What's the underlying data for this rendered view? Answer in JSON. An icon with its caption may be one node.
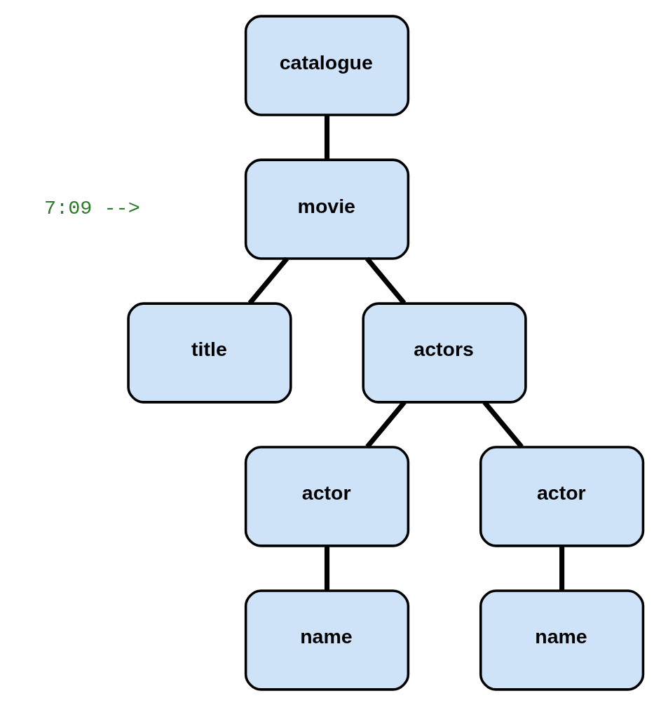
{
  "diagram": {
    "nodes": [
      {
        "text": [
          "catalogue"
        ]
      },
      {
        "text": [
          "movie"
        ]
      },
      {
        "text": [
          "title"
        ]
      },
      {
        "text": [
          "actors"
        ]
      },
      {
        "text": [
          "actor"
        ]
      },
      {
        "text": [
          "actor"
        ]
      },
      {
        "text": [
          "name"
        ]
      },
      {
        "text": [
          "name"
        ]
      }
    ],
    "edges": [
      {
        "from": 0,
        "to": 1,
        "arrow": "none"
      },
      {
        "from": 1,
        "to": 2,
        "arrow": "none"
      },
      {
        "from": 1,
        "to": 3,
        "arrow": "none"
      },
      {
        "from": 3,
        "to": 4,
        "arrow": "none"
      },
      {
        "from": 3,
        "to": 5,
        "arrow": "none"
      },
      {
        "from": 4,
        "to": 6,
        "arrow": "none"
      },
      {
        "from": 5,
        "to": 7,
        "arrow": "none"
      }
    ],
    "labels": [
      "7:09 -->"
    ]
  }
}
